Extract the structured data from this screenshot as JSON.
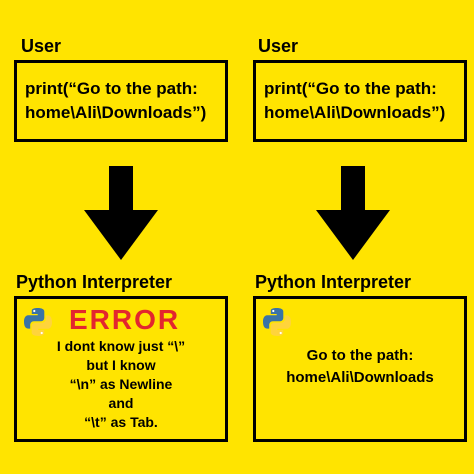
{
  "left": {
    "user_heading": "User",
    "code_line1": "print(“Go to the path:",
    "code_line2": "home\\Ali\\Downloads”)",
    "interpreter_heading": "Python Interpreter",
    "error_title": "ERROR",
    "error_lines": [
      "I dont know just “\\”",
      "but I know",
      "“\\n” as Newline",
      "and",
      "“\\t” as Tab."
    ]
  },
  "right": {
    "user_heading": "User",
    "code_line1": "print(“Go to the path:",
    "code_line2": "home\\Ali\\Downloads”)",
    "interpreter_heading": "Python Interpreter",
    "output_lines": [
      "Go to the path:",
      "home\\Ali\\Downloads"
    ]
  },
  "colors": {
    "background": "#FFE400",
    "error": "#E3262E",
    "python_blue": "#3A73A6",
    "python_yellow": "#FFD43B"
  },
  "icons": [
    "python-logo-icon",
    "down-arrow-icon"
  ]
}
